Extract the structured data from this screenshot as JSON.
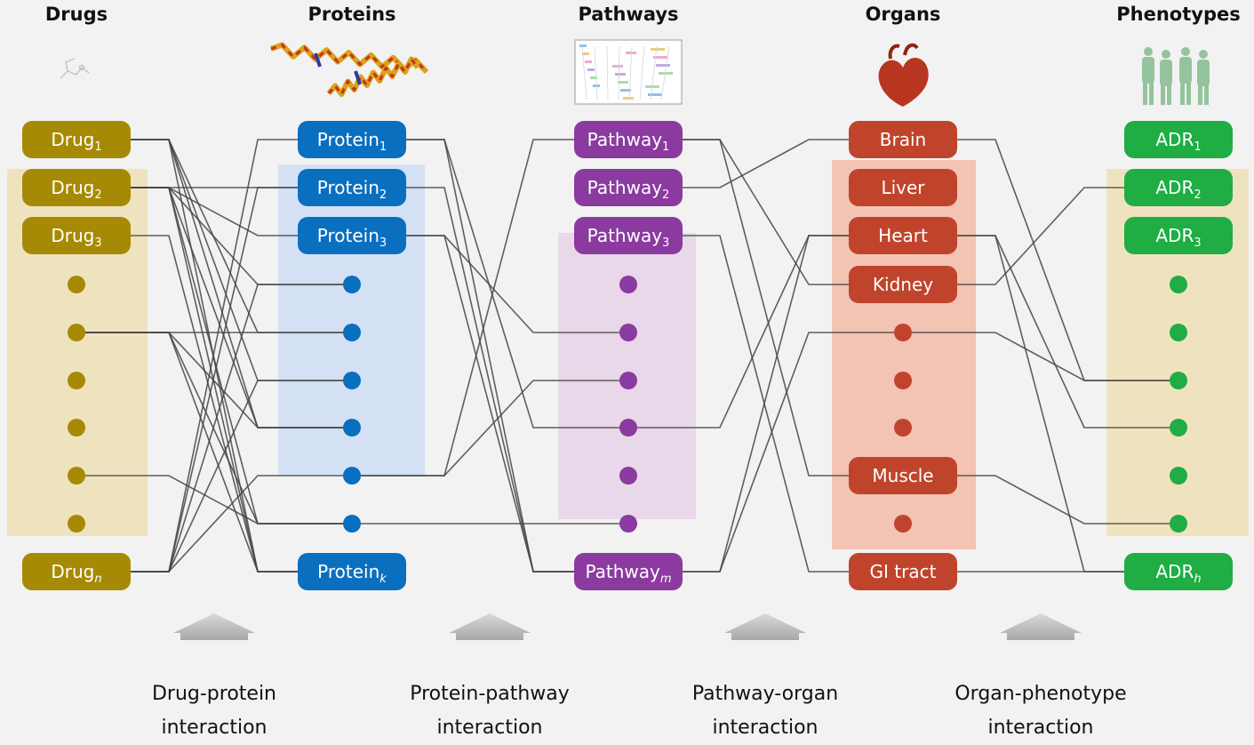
{
  "headers": [
    "Drugs",
    "Proteins",
    "Pathways",
    "Organs",
    "Phenotypes"
  ],
  "colors": {
    "drug": "#a68a05",
    "protein": "#0b6fc0",
    "pathway": "#8b3aa0",
    "organ": "#c0442c",
    "phenotype": "#1fad44",
    "drug_band": "#efe3bf",
    "protein_band": "#d4e1f4",
    "pathway_band": "#e8d8ea",
    "organ_band": "#f3c3b3",
    "phenotype_band": "#efe3bf",
    "line": "#444444"
  },
  "columns": [
    {
      "key": "drug",
      "nodes": [
        {
          "base": "Drug",
          "sub": "1"
        },
        {
          "base": "Drug",
          "sub": "2"
        },
        {
          "base": "Drug",
          "sub": "3"
        },
        {
          "dot": true
        },
        {
          "dot": true
        },
        {
          "dot": true
        },
        {
          "dot": true
        },
        {
          "dot": true
        },
        {
          "dot": true
        },
        {
          "base": "Drug",
          "sub": "n"
        }
      ]
    },
    {
      "key": "protein",
      "nodes": [
        {
          "base": "Protein",
          "sub": "1"
        },
        {
          "base": "Protein",
          "sub": "2"
        },
        {
          "base": "Protein",
          "sub": "3"
        },
        {
          "dot": true
        },
        {
          "dot": true
        },
        {
          "dot": true
        },
        {
          "dot": true
        },
        {
          "dot": true
        },
        {
          "dot": true
        },
        {
          "base": "Protein",
          "sub": "k"
        }
      ]
    },
    {
      "key": "pathway",
      "nodes": [
        {
          "base": "Pathway",
          "sub": "1"
        },
        {
          "base": "Pathway",
          "sub": "2"
        },
        {
          "base": "Pathway",
          "sub": "3"
        },
        {
          "dot": true
        },
        {
          "dot": true
        },
        {
          "dot": true
        },
        {
          "dot": true
        },
        {
          "dot": true
        },
        {
          "dot": true
        },
        {
          "base": "Pathway",
          "sub": "m"
        }
      ]
    },
    {
      "key": "organ",
      "nodes": [
        {
          "base": "Brain"
        },
        {
          "base": "Liver"
        },
        {
          "base": "Heart"
        },
        {
          "base": "Kidney"
        },
        {
          "dot": true
        },
        {
          "dot": true
        },
        {
          "dot": true
        },
        {
          "base": "Muscle"
        },
        {
          "dot": true
        },
        {
          "base": "GI tract"
        }
      ]
    },
    {
      "key": "phenotype",
      "nodes": [
        {
          "base": "ADR",
          "sub": "1"
        },
        {
          "base": "ADR",
          "sub": "2"
        },
        {
          "base": "ADR",
          "sub": "3"
        },
        {
          "dot": true
        },
        {
          "dot": true
        },
        {
          "dot": true
        },
        {
          "dot": true
        },
        {
          "dot": true
        },
        {
          "dot": true
        },
        {
          "base": "ADR",
          "sub": "h"
        }
      ]
    }
  ],
  "edges": [
    [
      [
        0,
        0
      ],
      [
        1,
        4
      ]
    ],
    [
      [
        0,
        0
      ],
      [
        1,
        5
      ]
    ],
    [
      [
        0,
        0
      ],
      [
        1,
        6
      ]
    ],
    [
      [
        0,
        0
      ],
      [
        1,
        9
      ]
    ],
    [
      [
        0,
        1
      ],
      [
        1,
        1
      ]
    ],
    [
      [
        0,
        1
      ],
      [
        1,
        2
      ]
    ],
    [
      [
        0,
        1
      ],
      [
        1,
        3
      ]
    ],
    [
      [
        0,
        1
      ],
      [
        1,
        6
      ]
    ],
    [
      [
        0,
        1
      ],
      [
        1,
        8
      ]
    ],
    [
      [
        0,
        1
      ],
      [
        1,
        9
      ]
    ],
    [
      [
        0,
        2
      ],
      [
        1,
        9
      ]
    ],
    [
      [
        0,
        4
      ],
      [
        1,
        4
      ]
    ],
    [
      [
        0,
        4
      ],
      [
        1,
        6
      ]
    ],
    [
      [
        0,
        4
      ],
      [
        1,
        8
      ]
    ],
    [
      [
        0,
        4
      ],
      [
        1,
        9
      ]
    ],
    [
      [
        0,
        7
      ],
      [
        1,
        8
      ]
    ],
    [
      [
        0,
        9
      ],
      [
        1,
        0
      ]
    ],
    [
      [
        0,
        9
      ],
      [
        1,
        1
      ]
    ],
    [
      [
        0,
        9
      ],
      [
        1,
        3
      ]
    ],
    [
      [
        0,
        9
      ],
      [
        1,
        5
      ]
    ],
    [
      [
        0,
        9
      ],
      [
        1,
        7
      ]
    ],
    [
      [
        1,
        0
      ],
      [
        2,
        6
      ]
    ],
    [
      [
        1,
        0
      ],
      [
        2,
        9
      ]
    ],
    [
      [
        1,
        1
      ],
      [
        2,
        9
      ]
    ],
    [
      [
        1,
        2
      ],
      [
        2,
        4
      ]
    ],
    [
      [
        1,
        2
      ],
      [
        2,
        9
      ]
    ],
    [
      [
        1,
        7
      ],
      [
        2,
        0
      ]
    ],
    [
      [
        1,
        7
      ],
      [
        2,
        5
      ]
    ],
    [
      [
        1,
        8
      ],
      [
        2,
        8
      ]
    ],
    [
      [
        2,
        0
      ],
      [
        3,
        3
      ]
    ],
    [
      [
        2,
        0
      ],
      [
        3,
        7
      ]
    ],
    [
      [
        2,
        1
      ],
      [
        3,
        0
      ]
    ],
    [
      [
        2,
        2
      ],
      [
        3,
        9
      ]
    ],
    [
      [
        2,
        6
      ],
      [
        3,
        2
      ]
    ],
    [
      [
        2,
        9
      ],
      [
        3,
        2
      ]
    ],
    [
      [
        2,
        9
      ],
      [
        3,
        4
      ]
    ],
    [
      [
        3,
        0
      ],
      [
        4,
        5
      ]
    ],
    [
      [
        3,
        2
      ],
      [
        4,
        9
      ]
    ],
    [
      [
        3,
        2
      ],
      [
        4,
        6
      ]
    ],
    [
      [
        3,
        3
      ],
      [
        4,
        1
      ]
    ],
    [
      [
        3,
        4
      ],
      [
        4,
        5
      ]
    ],
    [
      [
        3,
        7
      ],
      [
        4,
        8
      ]
    ],
    [
      [
        3,
        9
      ],
      [
        4,
        9
      ]
    ]
  ],
  "interactions": [
    {
      "line1": "Drug-protein",
      "line2": "interaction"
    },
    {
      "line1": "Protein-pathway",
      "line2": "interaction"
    },
    {
      "line1": "Pathway-organ",
      "line2": "interaction"
    },
    {
      "line1": "Organ-phenotype",
      "line2": "interaction"
    }
  ]
}
